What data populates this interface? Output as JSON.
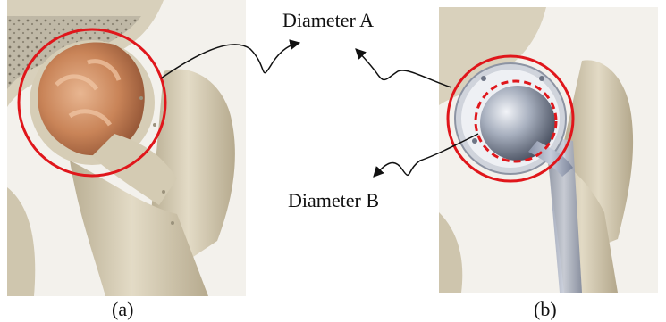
{
  "figure": {
    "label_a": "Diameter A",
    "label_b": "Diameter B",
    "caption_a": "(a)",
    "caption_b": "(b)"
  },
  "colors": {
    "highlight_circle": "#e0161b",
    "bone": "#d9d0ba",
    "cartilage": "#c9895f",
    "implant_metal": "#9aa3b3",
    "arrow": "#111111"
  },
  "icons": {
    "panel_a": "natural-hip-joint-illustration",
    "panel_b": "hip-replacement-implant-illustration"
  }
}
